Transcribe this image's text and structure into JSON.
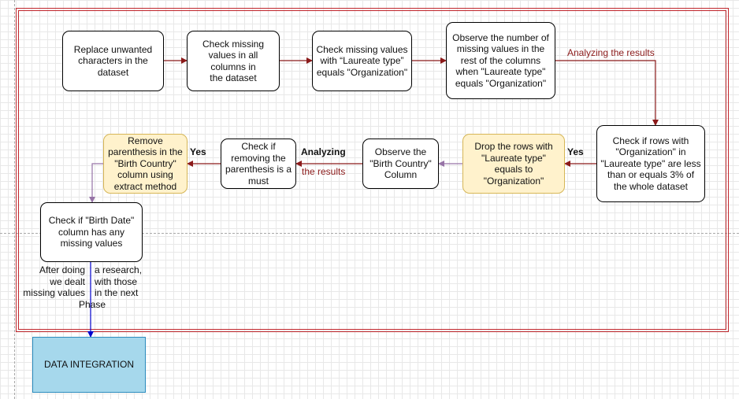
{
  "nodes": {
    "replace_chars": "Replace unwanted\ncharacters in the\ndataset",
    "check_missing_all": "Check missing\nvalues in all\ncolumns in\nthe dataset",
    "check_missing_org": "Check missing values\nwith “Laureate type”\nequals \"Organization\"",
    "observe_missing": "Observe the number of\nmissing values in the\nrest of the columns\nwhen \"Laureate type\"\nequals \"Organization\"",
    "check_rows_pct": "Check if rows with\n\"Organization\" in\n\"Laureate type\" are less\nthan or equals 3% of\nthe whole dataset",
    "drop_rows": "Drop the rows with\n\"Laureate type\"\nequals to\n\"Organization\"",
    "observe_birth_country": "Observe the\n\"Birth Country\"\nColumn",
    "check_parenthesis": "Check if\nremoving the\nparenthesis is a\nmust",
    "remove_parenthesis": "Remove\nparenthesis in the\n\"Birth Country\"\ncolumn using\nextract method",
    "check_birth_date": "Check if \"Birth Date\"\ncolumn has any\nmissing values",
    "data_integration": "DATA INTEGRATION"
  },
  "edge_labels": {
    "analyzing_results_1": "Analyzing the results",
    "yes_1": "Yes",
    "analyzing": "Analyzing",
    "the_results": "the results",
    "yes_2": "Yes",
    "after_research_left": "After doing\nwe dealt\nmissing values",
    "after_research_right": "a research,\nwith those\nin the next",
    "phase": "Phase"
  },
  "colors": {
    "frame": "#c0262c",
    "arrow_dark_red": "#8b1a1a",
    "arrow_purple": "#9673a6",
    "arrow_blue": "#0000cc",
    "highlight_fill": "#fff2cc",
    "highlight_stroke": "#d6b656",
    "db_fill": "#a6d8ec",
    "db_stroke": "#2b8bbd"
  }
}
